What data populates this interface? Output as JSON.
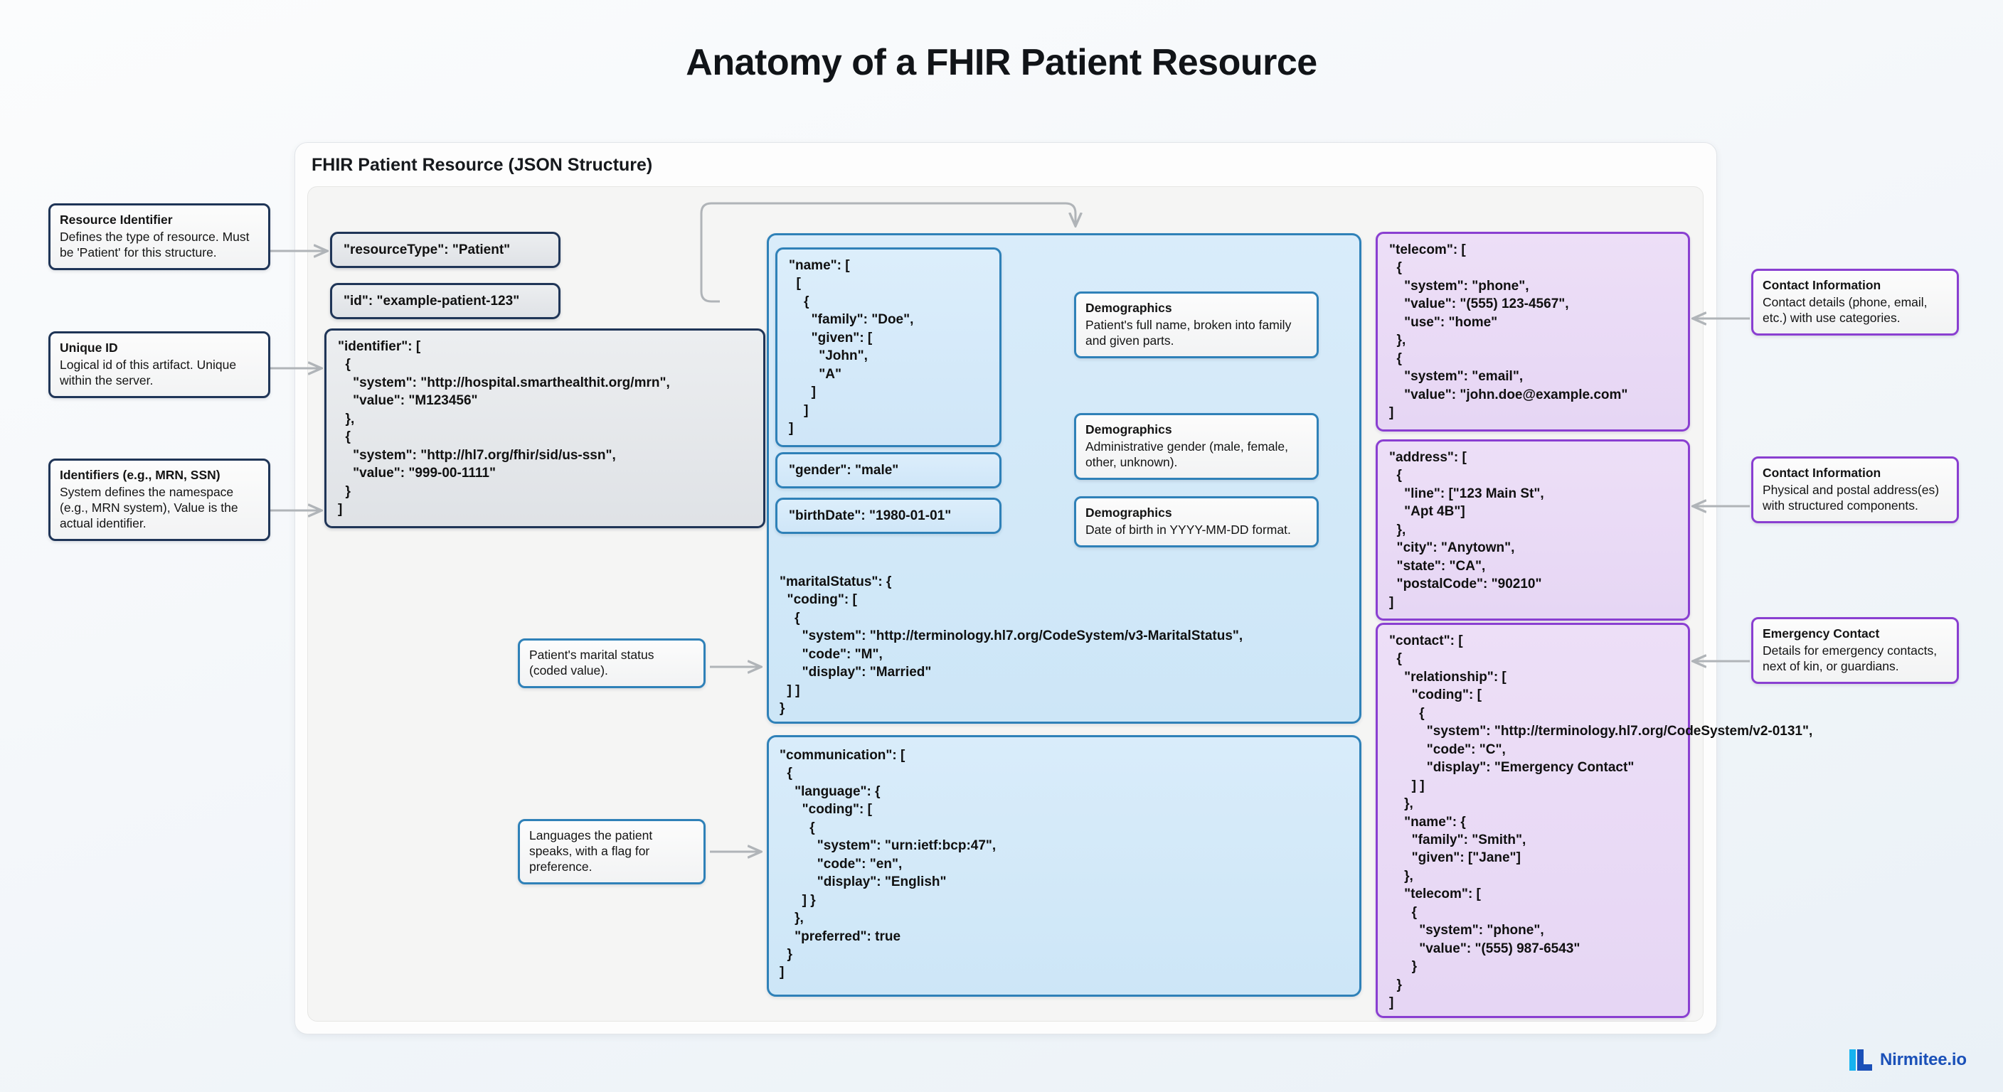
{
  "page": {
    "title": "Anatomy of a FHIR Patient Resource",
    "panel_title": "FHIR Patient Resource (JSON Structure)"
  },
  "colors": {
    "core_border": "#1f3557",
    "core_fill": "#e3e6ea",
    "blue_border": "#2f81b8",
    "blue_fill": "#d4e9f9",
    "purple_border": "#8a3fd1",
    "purple_fill": "#e9dcf6",
    "connector": "#b0b4b8",
    "page_bg": "#f4f7fa",
    "logo_cyan": "#16b3ef",
    "logo_blue": "#1a50b8"
  },
  "nodes": {
    "resource_type": "\"resourceType\": \"Patient\"",
    "id": "\"id\": \"example-patient-123\"",
    "identifier": "\"identifier\": [\n  {\n    \"system\": \"http://hospital.smarthealthit.org/mrn\",\n    \"value\": \"M123456\"\n  },\n  {\n    \"system\": \"http://hl7.org/fhir/sid/us-ssn\",\n    \"value\": \"999-00-1111\"\n  }\n]",
    "name": "\"name\": [\n  [\n    {\n      \"family\": \"Doe\",\n      \"given\": [\n        \"John\",\n        \"A\"\n      ]\n    ]\n]",
    "gender": "\"gender\": \"male\"",
    "birth_date": "\"birthDate\": \"1980-01-01\"",
    "marital_status": "\"maritalStatus\": {\n  \"coding\": [\n    {\n      \"system\": \"http://terminology.hl7.org/CodeSystem/v3-MaritalStatus\",\n      \"code\": \"M\",\n      \"display\": \"Married\"\n  ] ]\n}",
    "communication": "\"communication\": [\n  {\n    \"language\": {\n      \"coding\": [\n        {\n          \"system\": \"urn:ietf:bcp:47\",\n          \"code\": \"en\",\n          \"display\": \"English\"\n      ] }\n    },\n    \"preferred\": true\n  }\n]",
    "telecom": "\"telecom\": [\n  {\n    \"system\": \"phone\",\n    \"value\": \"(555) 123-4567\",\n    \"use\": \"home\"\n  },\n  {\n    \"system\": \"email\",\n    \"value\": \"john.doe@example.com\"\n]",
    "address": "\"address\": [\n  {\n    \"line\": [\"123 Main St\",\n    \"Apt 4B\"]\n  },\n  \"city\": \"Anytown\",\n  \"state\": \"CA\",\n  \"postalCode\": \"90210\"\n]",
    "contact": "\"contact\": [\n  {\n    \"relationship\": [\n      \"coding\": [\n        {\n          \"system\": \"http://terminology.hl7.org/CodeSystem/v2-0131\",\n          \"code\": \"C\",\n          \"display\": \"Emergency Contact\"\n      ] ]\n    },\n    \"name\": {\n      \"family\": \"Smith\",\n      \"given\": [\"Jane\"]\n    },\n    \"telecom\": [\n      {\n        \"system\": \"phone\",\n        \"value\": \"(555) 987-6543\"\n      }\n  }\n]"
  },
  "notes": {
    "resource_identifier": {
      "title": "Resource Identifier",
      "body": "Defines the type of resource. Must be 'Patient' for this structure."
    },
    "unique_id": {
      "title": "Unique ID",
      "body": "Logical id of this artifact. Unique within the server."
    },
    "identifiers": {
      "title": "Identifiers (e.g., MRN, SSN)",
      "body": "System defines the namespace (e.g., MRN system), Value is the actual identifier."
    },
    "marital": {
      "title": "",
      "body": "Patient's marital status (coded value)."
    },
    "languages": {
      "title": "",
      "body": "Languages the patient speaks, with a flag for preference."
    },
    "demo_name": {
      "title": "Demographics",
      "body": "Patient's full name, broken into family and given parts."
    },
    "demo_gender": {
      "title": "Demographics",
      "body": "Administrative gender (male, female, other, unknown)."
    },
    "demo_birth": {
      "title": "Demographics",
      "body": "Date of birth in YYYY-MM-DD format."
    },
    "contact_info_telecom": {
      "title": "Contact Information",
      "body": "Contact details (phone, email, etc.) with use categories."
    },
    "contact_info_address": {
      "title": "Contact Information",
      "body": "Physical and postal address(es) with structured components."
    },
    "emergency_contact": {
      "title": "Emergency Contact",
      "body": "Details for emergency contacts, next of kin, or guardians."
    }
  },
  "footer": {
    "brand": "Nirmitee.io"
  }
}
